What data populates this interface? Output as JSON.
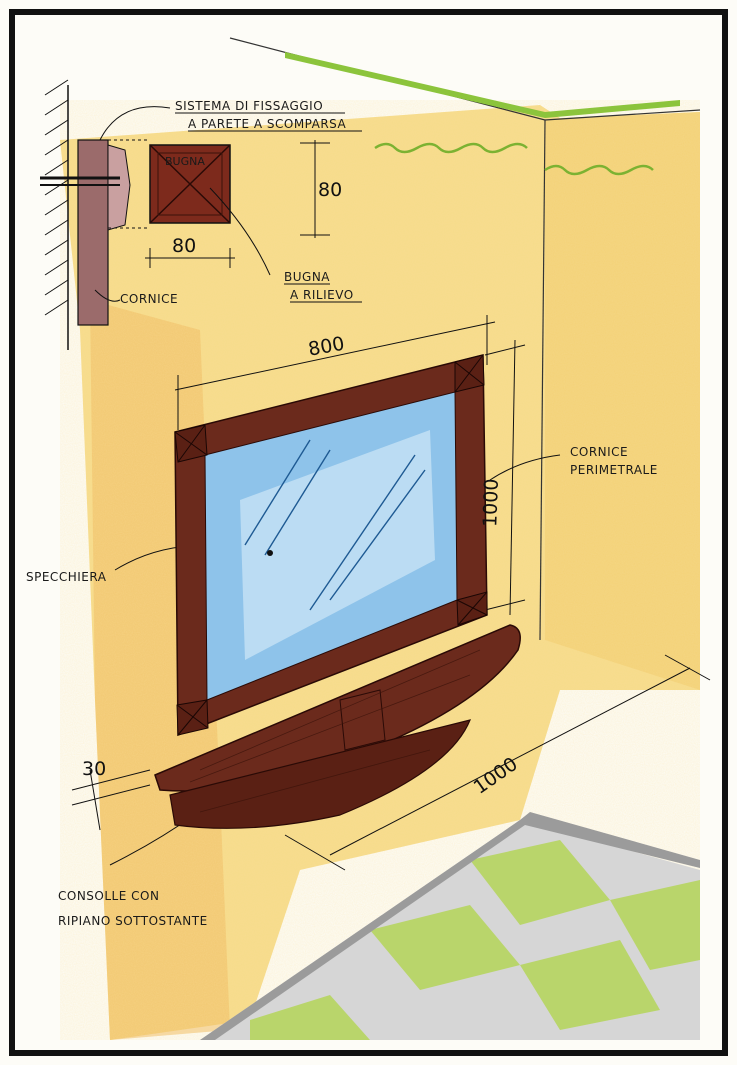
{
  "labels": {
    "fixing_system_line1": "SISTEMA DI FISSAGGIO",
    "fixing_system_line2": "A PARETE A SCOMPARSA",
    "bugna_tag": "BUGNA",
    "bugna_relief_line1": "BUGNA",
    "bugna_relief_line2": "A RILIEVO",
    "cornice": "CORNICE",
    "perimeter_frame_line1": "CORNICE",
    "perimeter_frame_line2": "PERIMETRALE",
    "mirror": "SPECCHIERA",
    "console_line1": "CONSOLLE CON",
    "console_line2": "RIPIANO SOTTOSTANTE"
  },
  "dimensions": {
    "bugna_height": "80",
    "bugna_width": "80",
    "mirror_width": "800",
    "mirror_height": "1000",
    "console_length": "1000",
    "console_thickness": "30"
  },
  "colors": {
    "wall_yellow": "#f6d983",
    "wall_orange": "#efb85c",
    "wood": "#6b2a1c",
    "wood_dark": "#4a1810",
    "glass_blue": "#8ec3ea",
    "glass_light": "#d8ecf8",
    "molding_green": "#8cc43c",
    "floor_green": "#b9d56b",
    "floor_grey": "#bdbdbd",
    "border": "#111111"
  }
}
